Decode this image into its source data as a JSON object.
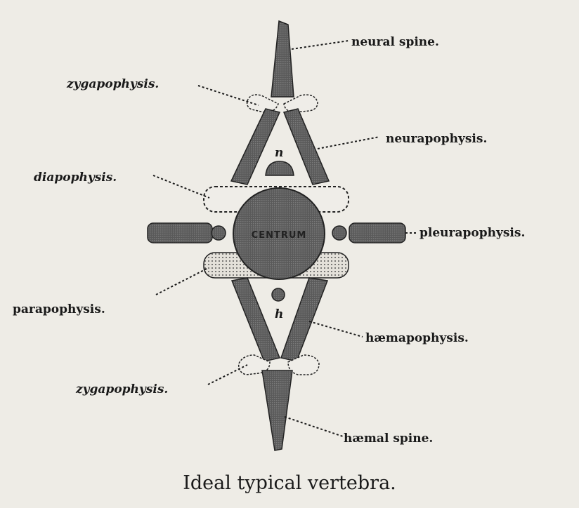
{
  "labels": {
    "neural_spine": "neural spine.",
    "zygapophysis_top": "zygapophysis.",
    "neurapophysis": "neurapophysis.",
    "diapophysis": "diapophysis.",
    "pleurapophysis": "pleurapophysis.",
    "parapophysis": "parapophysis.",
    "haemapophysis": "hæmapophysis.",
    "zygapophysis_bottom": "zygapophysis.",
    "haemal_spine": "hæmal spine.",
    "centrum": "CENTRUM",
    "n": "n",
    "h": "h"
  },
  "caption": "Ideal typical vertebra."
}
